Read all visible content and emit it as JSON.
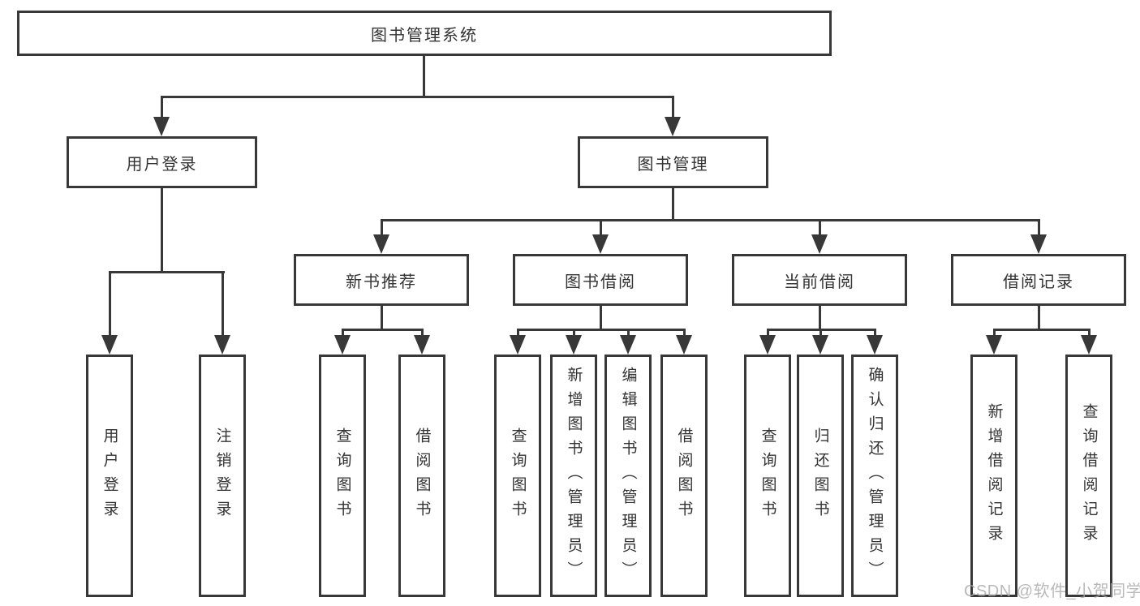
{
  "diagram": {
    "title": "图书管理系统",
    "level2": [
      {
        "label": "用户登录"
      },
      {
        "label": "图书管理"
      }
    ],
    "level3": [
      {
        "label": "新书推荐"
      },
      {
        "label": "图书借阅"
      },
      {
        "label": "当前借阅"
      },
      {
        "label": "借阅记录"
      }
    ],
    "leaves": [
      {
        "label": "用户登录"
      },
      {
        "label": "注销登录"
      },
      {
        "label": "查询图书"
      },
      {
        "label": "借阅图书"
      },
      {
        "label": "查询图书"
      },
      {
        "label": "新增图书（管理员）"
      },
      {
        "label": "编辑图书（管理员）"
      },
      {
        "label": "借阅图书"
      },
      {
        "label": "查询图书"
      },
      {
        "label": "归还图书"
      },
      {
        "label": "确认归还（管理员）"
      },
      {
        "label": "新增借阅记录"
      },
      {
        "label": "查询借阅记录"
      }
    ],
    "watermark": "CSDN @软件_小贺同学",
    "colors": {
      "line": "#383838",
      "text": "#333333",
      "background": "#ffffff",
      "watermark": "#a8a8a8"
    }
  }
}
